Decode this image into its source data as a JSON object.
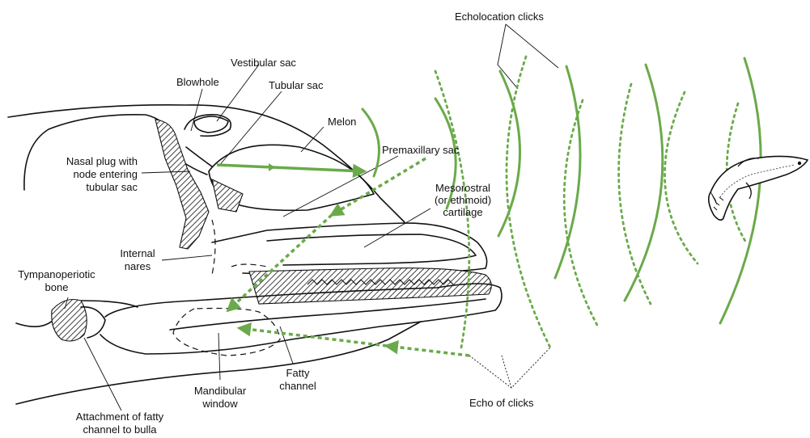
{
  "labels": {
    "echolocation_clicks": "Echolocation clicks",
    "echo_of_clicks": "Echo of clicks",
    "vestibular_sac": "Vestibular sac",
    "blowhole": "Blowhole",
    "tubular_sac": "Tubular sac",
    "melon": "Melon",
    "premaxillary_sac": "Premaxillary sac",
    "nasal_plug": [
      "Nasal plug with",
      "node entering",
      "tubular sac"
    ],
    "mesorostral": [
      "Mesorostral",
      "(or ethmoid)",
      "cartilage"
    ],
    "internal_nares": [
      "Internal",
      "nares"
    ],
    "tympanoperiotic": [
      "Tympanoperiotic",
      "bone"
    ],
    "mandibular_window": [
      "Mandibular",
      "window"
    ],
    "fatty_channel": [
      "Fatty",
      "channel"
    ],
    "attachment": [
      "Attachment of fatty",
      "channel to bulla"
    ]
  },
  "colors": {
    "wave_green": "#6aaa4a",
    "ink": "#111111",
    "background": "#ffffff"
  },
  "icons": {
    "target": "fish-icon"
  }
}
